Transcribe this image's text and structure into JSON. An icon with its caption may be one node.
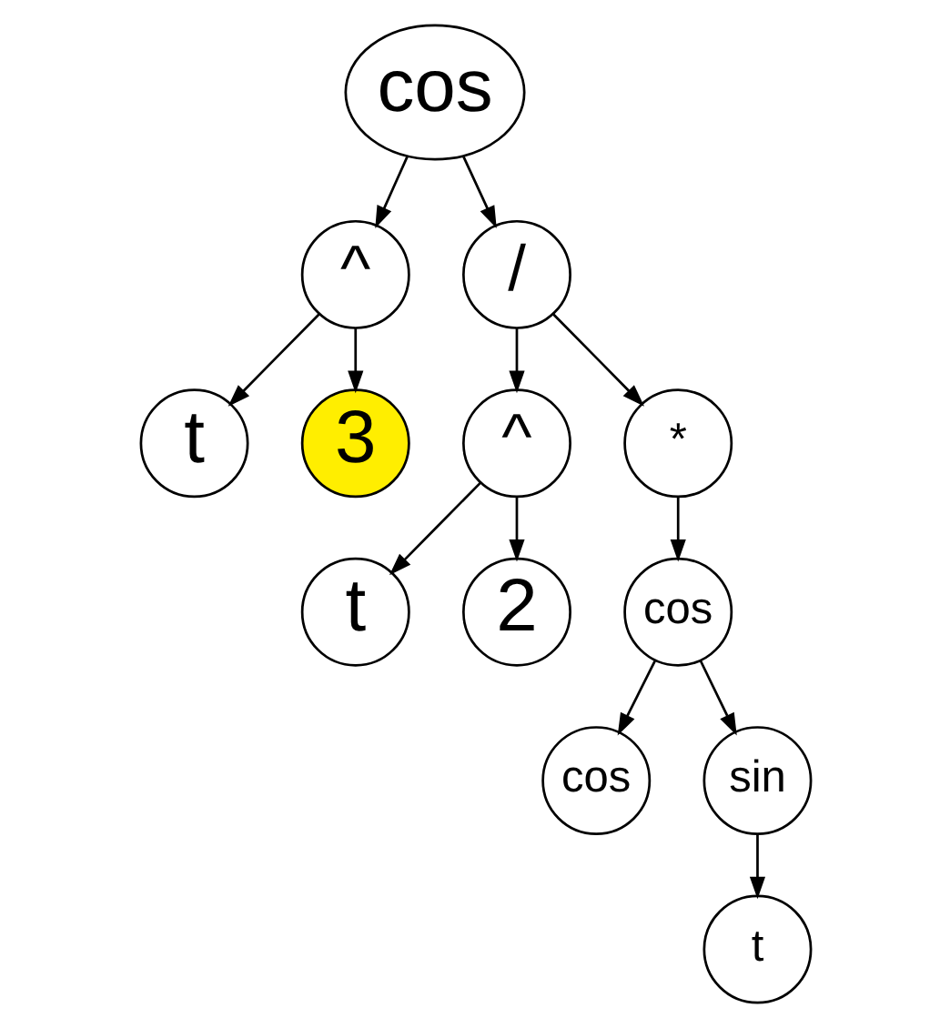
{
  "diagram": {
    "nodes": [
      {
        "text": [
          "cos"
        ]
      },
      {
        "text": [
          "^"
        ]
      },
      {
        "text": [
          "/"
        ]
      },
      {
        "text": [
          "t"
        ]
      },
      {
        "text": [
          "3"
        ]
      },
      {
        "text": [
          "^"
        ]
      },
      {
        "text": [
          "*"
        ]
      },
      {
        "text": [
          "t"
        ]
      },
      {
        "text": [
          "2"
        ]
      },
      {
        "text": [
          "cos"
        ]
      },
      {
        "text": [
          "cos"
        ]
      },
      {
        "text": [
          "sin"
        ]
      },
      {
        "text": [
          "t"
        ]
      }
    ],
    "edges": [
      {
        "from": 0,
        "to": 1,
        "arrow": "to"
      },
      {
        "from": 0,
        "to": 2,
        "arrow": "to"
      },
      {
        "from": 1,
        "to": 3,
        "arrow": "to"
      },
      {
        "from": 1,
        "to": 4,
        "arrow": "to"
      },
      {
        "from": 2,
        "to": 5,
        "arrow": "to"
      },
      {
        "from": 2,
        "to": 6,
        "arrow": "to"
      },
      {
        "from": 5,
        "to": 7,
        "arrow": "to"
      },
      {
        "from": 5,
        "to": 8,
        "arrow": "to"
      },
      {
        "from": 6,
        "to": 9,
        "arrow": "to"
      },
      {
        "from": 9,
        "to": 10,
        "arrow": "to"
      },
      {
        "from": 9,
        "to": 11,
        "arrow": "to"
      },
      {
        "from": 11,
        "to": 12,
        "arrow": "to"
      }
    ]
  }
}
